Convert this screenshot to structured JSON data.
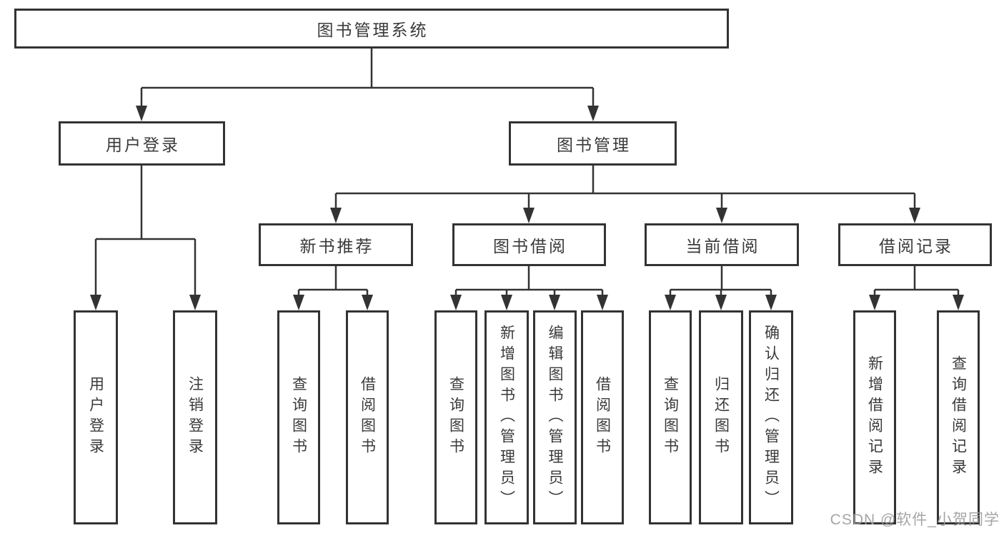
{
  "tree": {
    "label": "图书管理系统",
    "children": [
      {
        "label": "用户登录",
        "children": [
          {
            "label": "用户登录"
          },
          {
            "label": "注销登录"
          }
        ]
      },
      {
        "label": "图书管理",
        "children": [
          {
            "label": "新书推荐",
            "children": [
              {
                "label": "查询图书"
              },
              {
                "label": "借阅图书"
              }
            ]
          },
          {
            "label": "图书借阅",
            "children": [
              {
                "label": "查询图书"
              },
              {
                "label": "新增图书（管理员）"
              },
              {
                "label": "编辑图书（管理员）"
              },
              {
                "label": "借阅图书"
              }
            ]
          },
          {
            "label": "当前借阅",
            "children": [
              {
                "label": "查询图书"
              },
              {
                "label": "归还图书"
              },
              {
                "label": "确认归还（管理员）"
              }
            ]
          },
          {
            "label": "借阅记录",
            "children": [
              {
                "label": "新增借阅记录"
              },
              {
                "label": "查询借阅记录"
              }
            ]
          }
        ]
      }
    ]
  },
  "watermark": "CSDN @软件_小贺同学",
  "colors": {
    "line": "#333333",
    "text": "#3a3a3a",
    "background": "#ffffff",
    "watermark": "#9e9e9e"
  }
}
